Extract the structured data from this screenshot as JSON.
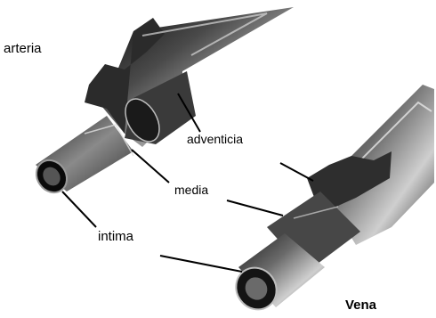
{
  "labels": {
    "arteria": "arteria",
    "adventicia": "adventicia",
    "media": "media",
    "intima": "intima",
    "vena": "Vena"
  },
  "colors": {
    "vessel_dark": "#141414",
    "vessel_mid": "#6e6e6e",
    "vessel_light": "#c4c4c4",
    "background": "#ffffff",
    "leader_line": "#000000"
  }
}
